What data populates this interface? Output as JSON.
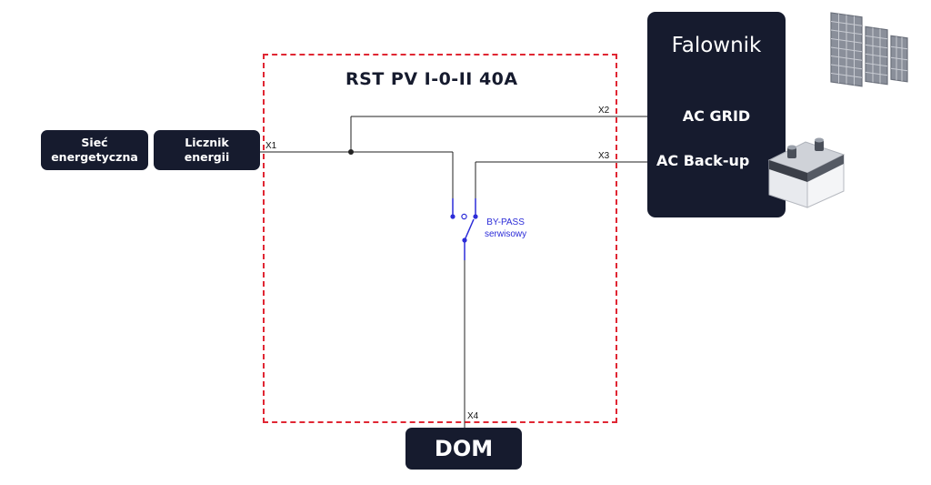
{
  "grid_box": {
    "line1": "Sieć",
    "line2": "energetyczna"
  },
  "meter_box": {
    "line1": "Licznik",
    "line2": "energii"
  },
  "rst_title": "RST PV I-0-II 40A",
  "terminals": {
    "x1": "X1",
    "x2": "X2",
    "x3": "X3",
    "x4": "X4"
  },
  "bypass": {
    "line1": "BY-PASS",
    "line2": "serwisowy"
  },
  "inverter": {
    "title": "Falownik",
    "ac_grid": "AC GRID",
    "ac_backup": "AC Back-up"
  },
  "house_box": {
    "label": "DOM"
  },
  "colors": {
    "box": "#161b2e",
    "frame": "#e02633",
    "switch": "#2c2cd8",
    "wire": "#222222"
  },
  "icons": [
    "solar-panels-icon",
    "battery-icon"
  ]
}
